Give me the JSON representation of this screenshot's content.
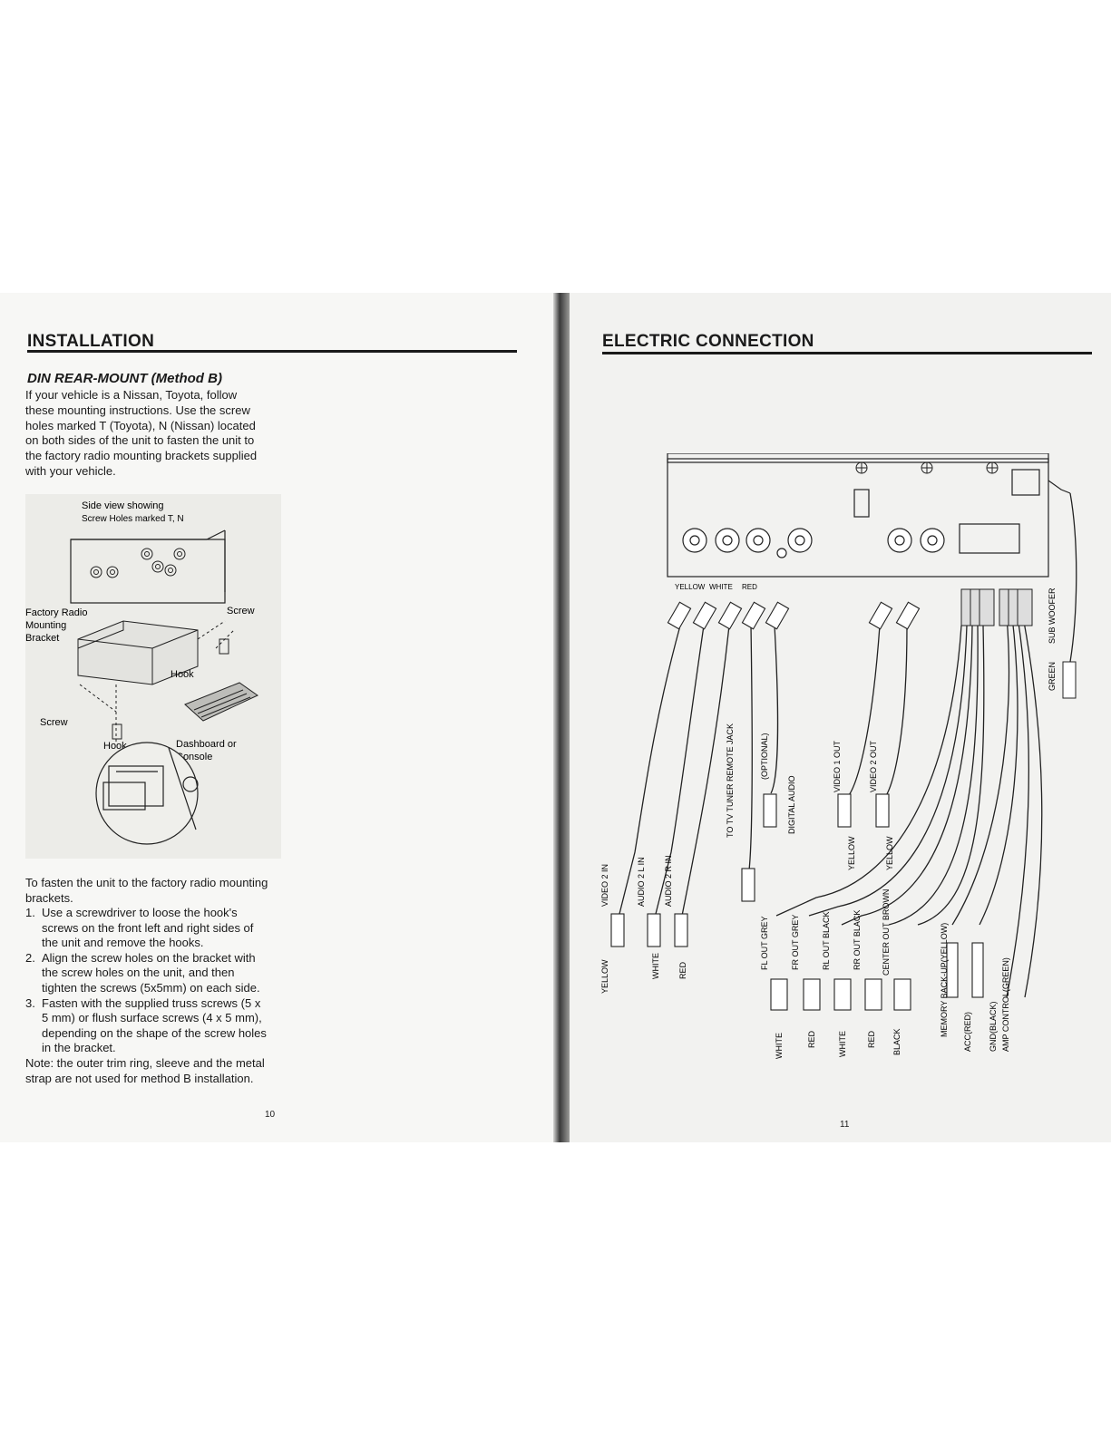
{
  "left_page": {
    "section_title": "INSTALLATION",
    "subtitle": "DIN REAR-MOUNT (Method B)",
    "intro": "If your vehicle is a Nissan, Toyota, follow these mounting instructions. Use the screw holes marked T (Toyota), N (Nissan) located on both sides of the unit to fasten the unit to the factory radio mounting brackets supplied with your vehicle.",
    "figure": {
      "caption_line1": "Side view showing",
      "caption_line2": "Screw Holes marked T, N",
      "label_factory_line1": "Factory Radio",
      "label_factory_line2": "Mounting",
      "label_factory_line3": "Bracket",
      "label_screw_top": "Screw",
      "label_hook_right": "Hook",
      "label_screw_bottom": "Screw",
      "label_hook_bottom": "Hook",
      "label_dash_line1": "Dashboard or",
      "label_dash_line2": "Console"
    },
    "steps_intro": "To fasten the unit to the factory radio mounting brackets.",
    "steps": [
      {
        "num": "1.",
        "text": "Use a screwdriver to loose the hook's screws on the front left and right sides of the unit and remove the hooks."
      },
      {
        "num": "2.",
        "text": "Align the screw holes on the bracket with the screw holes on the unit, and then tighten the screws (5x5mm) on each side."
      },
      {
        "num": "3.",
        "text": "Fasten with the supplied truss screws (5 x 5 mm) or flush surface screws (4 x 5 mm), depending on the shape of the screw holes in the bracket."
      }
    ],
    "note": "Note: the outer trim ring, sleeve and the metal strap are not used for method B installation.",
    "page_number": "10"
  },
  "right_page": {
    "section_title": "ELECTRIC CONNECTION",
    "page_number": "11",
    "wiring": {
      "jack_yellow": "YELLOW",
      "jack_white": "WHITE",
      "jack_red": "RED",
      "sub_woofer": "SUB WOOFER",
      "green": "GREEN",
      "optional": "(OPTIONAL)",
      "tv_tuner": "TO TV TUNER REMOTE JACK",
      "digital_audio": "DIGITAL AUDIO",
      "video1_out": "VIDEO 1 OUT",
      "video2_out": "VIDEO 2 OUT",
      "yellow_a": "YELLOW",
      "yellow_b": "YELLOW",
      "video2_in": "VIDEO 2 IN",
      "yellow_c": "YELLOW",
      "audio2_l_in": "AUDIO 2 L IN",
      "white_a": "WHITE",
      "audio2_r_in": "AUDIO 2 R IN",
      "red_a": "RED",
      "fl_out": "FL OUT GREY",
      "fr_out": "FR OUT GREY",
      "rl_out": "RL OUT BLACK",
      "rr_out": "RR OUT BLACK",
      "center_out": "CENTER OUT BROWN",
      "white_b": "WHITE",
      "red_b": "RED",
      "white_c": "WHITE",
      "red_c": "RED",
      "black_a": "BLACK",
      "memory": "MEMORY BACK-UP(YELLOW)",
      "acc": "ACC(RED)",
      "gnd": "GND(BLACK)",
      "amp": "AMP CONTROL(GREEN)"
    }
  }
}
